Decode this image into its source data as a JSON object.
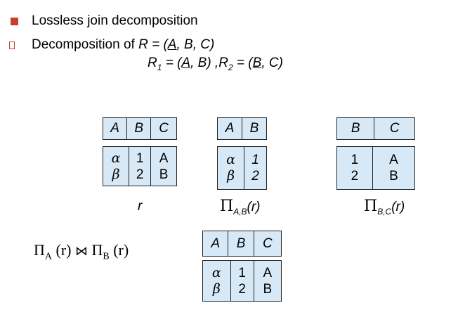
{
  "bullets": [
    {
      "text": "Lossless join decomposition",
      "marker": "filled-square",
      "color": "#c8402a"
    },
    {
      "text": "Decomposition of ",
      "relation": "R",
      "equals": " = (",
      "key": "A",
      "rest": ", B, C)",
      "marker": "hollow-square",
      "color": "#c8402a"
    }
  ],
  "formula": {
    "r1": "R",
    "r1_sub": "1",
    "r1_eq": " = (",
    "r1_key": "A",
    "r1_rest": ", B) ,",
    "r2": "R",
    "r2_sub": "2",
    "r2_eq": " = (",
    "r2_key": "B",
    "r2_rest": ", C)"
  },
  "tables": {
    "r": {
      "headers": [
        "A",
        "B",
        "C"
      ],
      "col1": [
        "α",
        "β"
      ],
      "col2": [
        "1",
        "2"
      ],
      "col3": [
        "A",
        "B"
      ]
    },
    "ab": {
      "headers": [
        "A",
        "B"
      ],
      "col1": [
        "α",
        "β"
      ],
      "col2": [
        "1",
        "2"
      ]
    },
    "bc": {
      "headers": [
        "B",
        "C"
      ],
      "col1": [
        "1",
        "2"
      ],
      "col2": [
        "A",
        "B"
      ]
    },
    "join": {
      "headers": [
        "A",
        "B",
        "C"
      ],
      "col1": [
        "α",
        "β"
      ],
      "col2": [
        "1",
        "2"
      ],
      "col3": [
        "A",
        "B"
      ]
    }
  },
  "captions": {
    "r": "r",
    "ab_pi": "Π",
    "ab_sub": "A,B",
    "ab_arg": "(r)",
    "bc_pi": "Π",
    "bc_sub": "B,C",
    "bc_arg": "(r)"
  },
  "join_expr": {
    "pi1": "Π",
    "sub1": "A",
    "arg1": " (r) ",
    "op": "⋈",
    "pi2": " Π",
    "sub2": "B",
    "arg2": " (r)"
  },
  "colors": {
    "bullet": "#c8402a",
    "table_fill": "#d7e9f7",
    "border": "#222222"
  }
}
